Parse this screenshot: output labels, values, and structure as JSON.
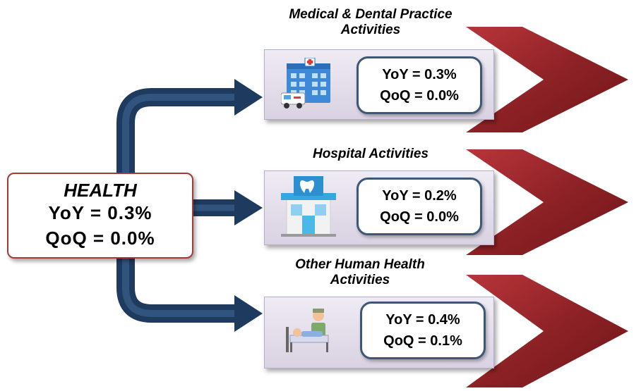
{
  "main": {
    "title": "HEALTH",
    "yoy": "YoY = 0.3%",
    "qoq": "QoQ = 0.0%"
  },
  "categories": [
    {
      "title": "Medical & Dental Practice Activities",
      "title_line1": "Medical & Dental Practice",
      "title_line2": "Activities",
      "yoy": "YoY = 0.3%",
      "qoq": "QoQ = 0.0%",
      "icon": "hospital-ambulance-icon"
    },
    {
      "title": "Hospital Activities",
      "title_line1": "Hospital Activities",
      "title_line2": "",
      "yoy": "YoY = 0.2%",
      "qoq": "QoQ = 0.0%",
      "icon": "dental-clinic-icon"
    },
    {
      "title": "Other Human Health Activities",
      "title_line1": "Other Human Health",
      "title_line2": "Activities",
      "yoy": "YoY = 0.4%",
      "qoq": "QoQ = 0.1%",
      "icon": "patient-doctor-icon"
    }
  ],
  "colors": {
    "arrow_blue": "#1f3a5f",
    "chevron_red": "#8e2226",
    "box_border_blue": "#3d5778",
    "main_border_red": "#a23a3a"
  }
}
